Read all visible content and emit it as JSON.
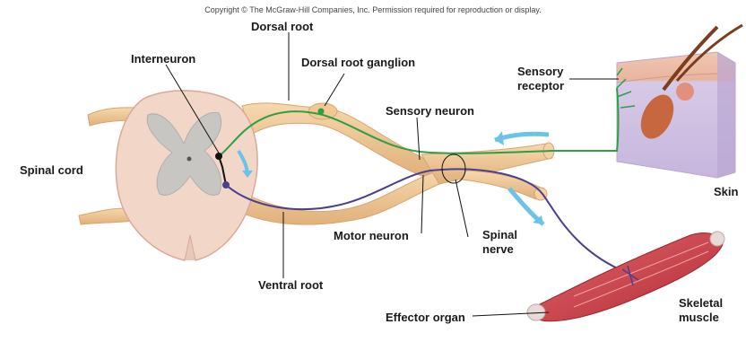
{
  "copyright": "Copyright © The McGraw-Hill Companies, Inc. Permission required for reproduction or display.",
  "labels": {
    "dorsal_root": "Dorsal root",
    "interneuron": "Interneuron",
    "dorsal_root_ganglion": "Dorsal root ganglion",
    "sensory_receptor_line1": "Sensory",
    "sensory_receptor_line2": "receptor",
    "sensory_neuron": "Sensory neuron",
    "spinal_cord": "Spinal cord",
    "skin": "Skin",
    "motor_neuron": "Motor neuron",
    "spinal_nerve_line1": "Spinal",
    "spinal_nerve_line2": "nerve",
    "ventral_root": "Ventral root",
    "effector_organ": "Effector organ",
    "skeletal_muscle_line1": "Skeletal",
    "skeletal_muscle_line2": "muscle"
  },
  "colors": {
    "nerve_tissue": "#f2c99a",
    "gray_matter": "#c9c7c4",
    "white_matter": "#f3dccb",
    "sensory_pathway": "#2e9e47",
    "motor_pathway": "#4b3f8e",
    "interneuron": "#111111",
    "signal_arrow": "#6cc3e8",
    "skin_dermis": "#cfc3e3",
    "muscle": "#d2424a"
  }
}
